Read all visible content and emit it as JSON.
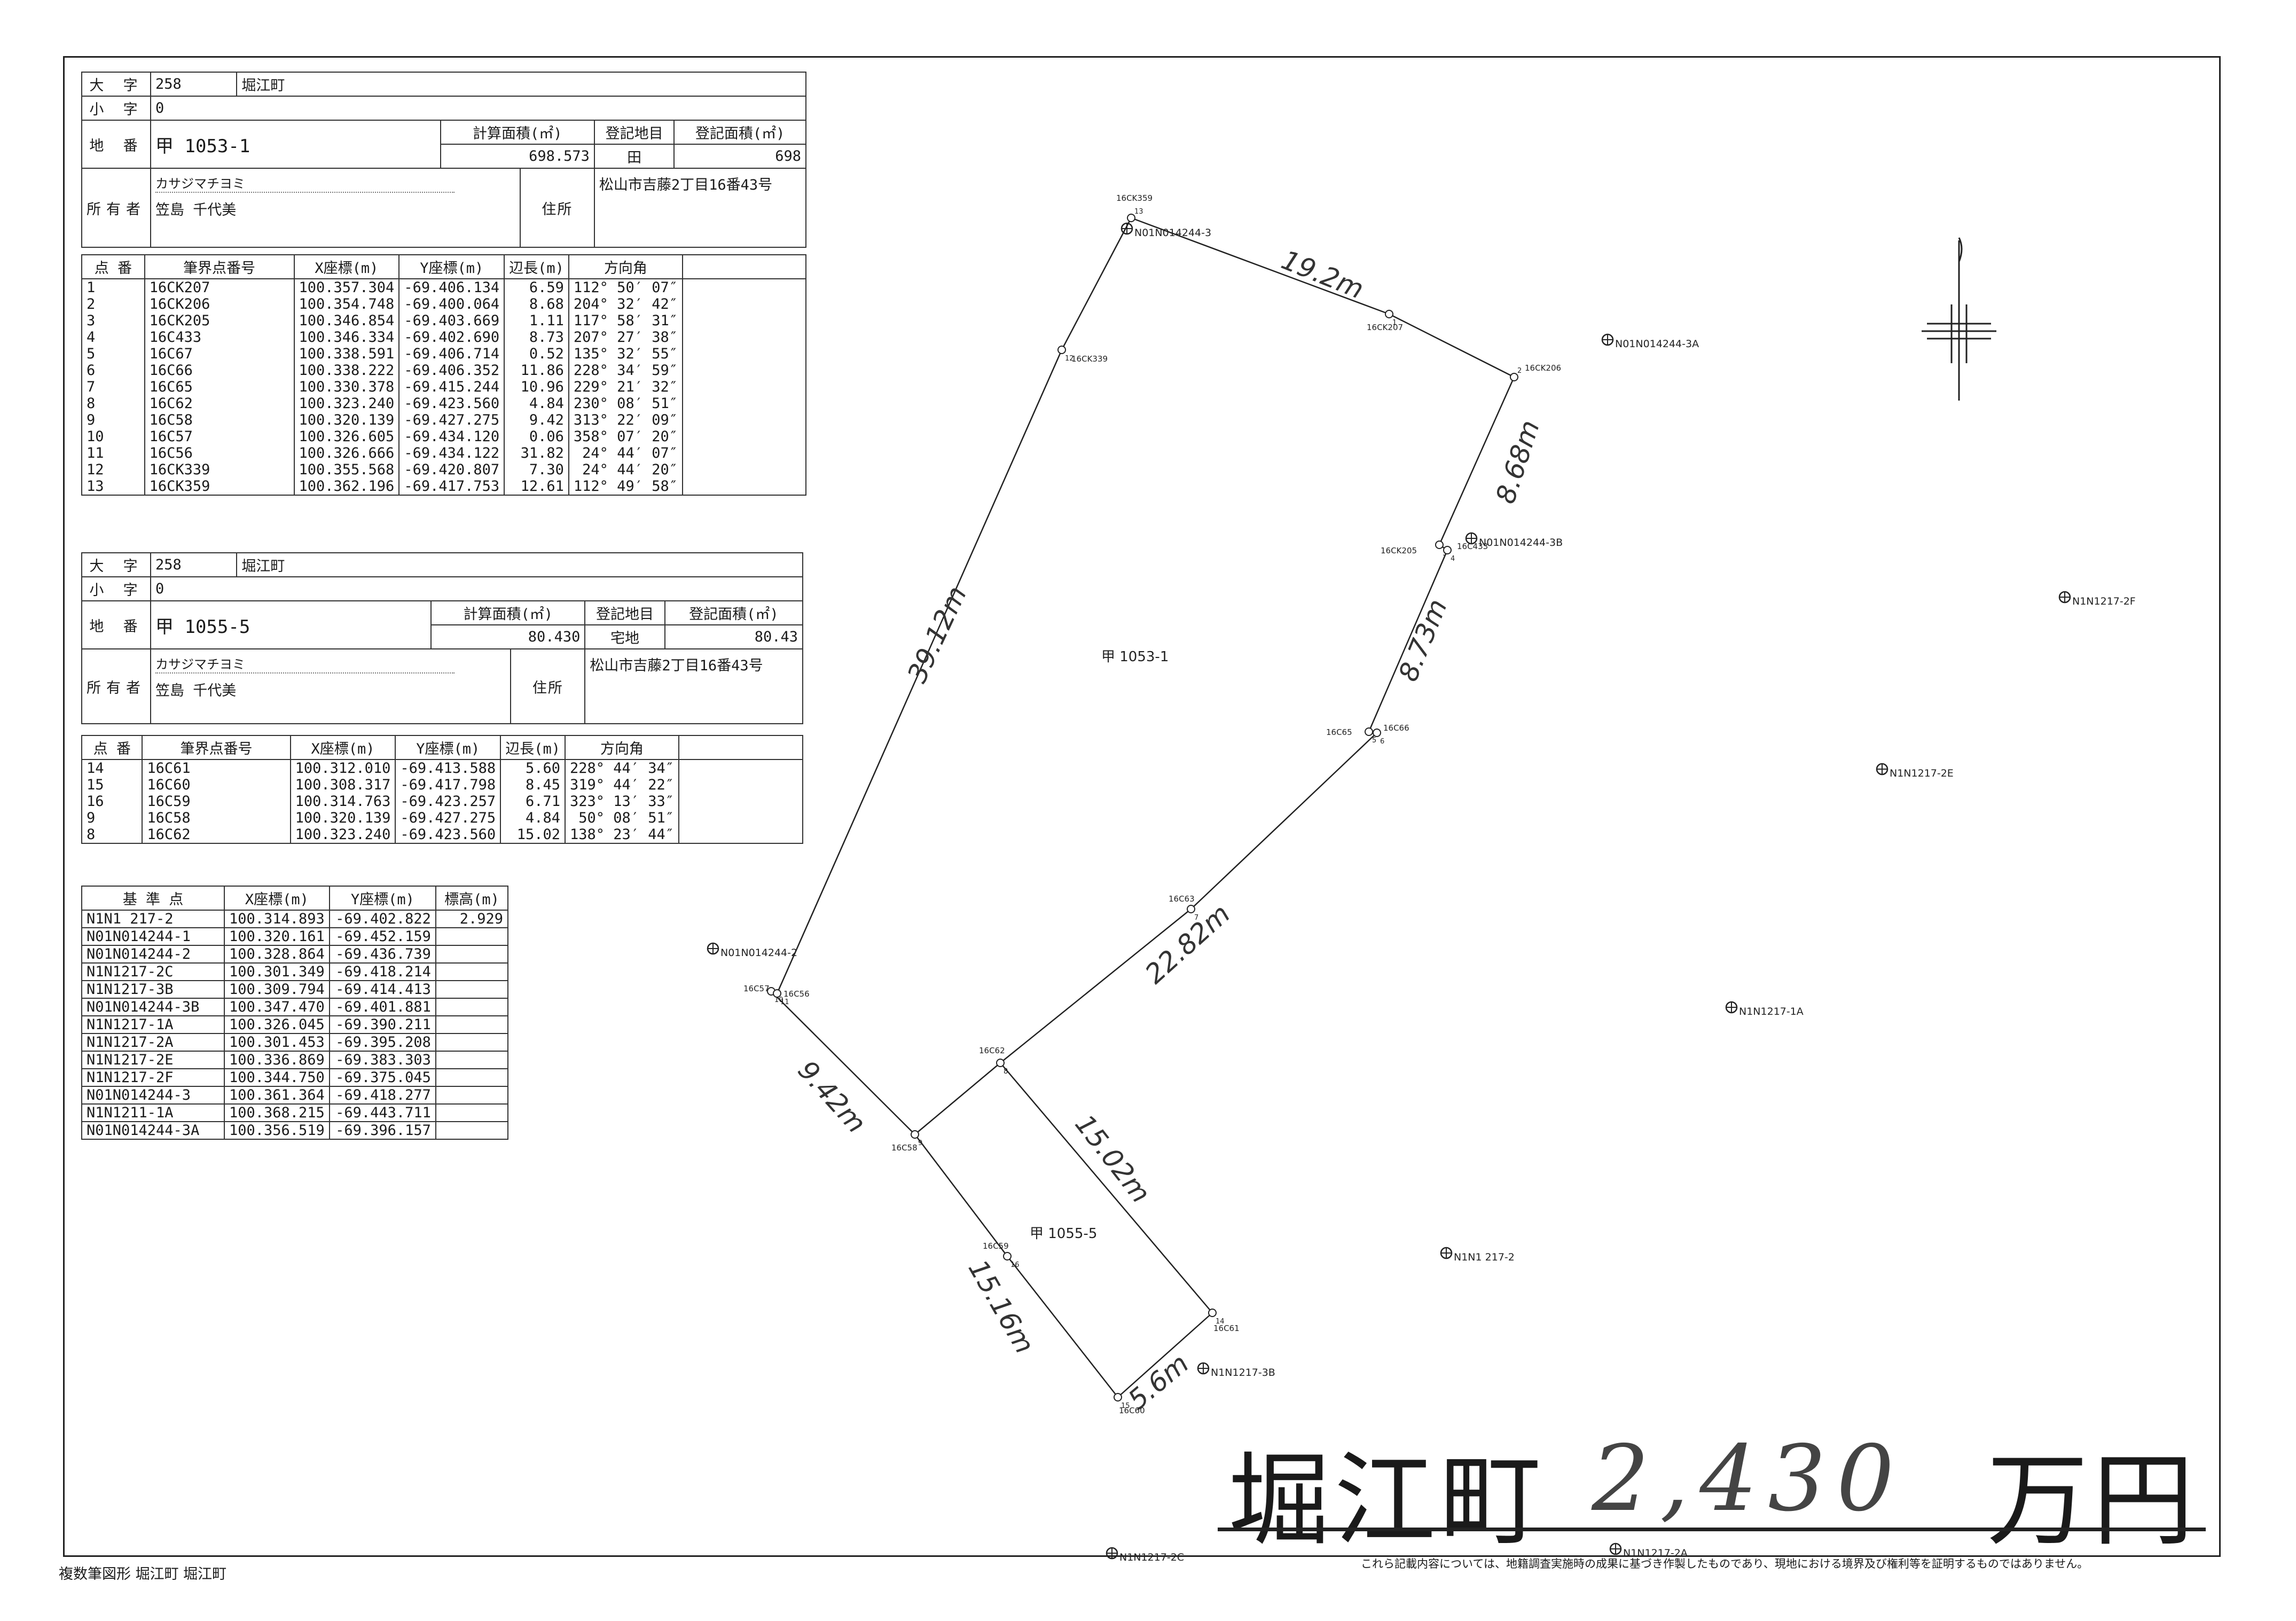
{
  "parcel1": {
    "oaza_label": "大 字",
    "oaza_code": "258",
    "oaza_name": "堀江町",
    "koaza_label": "小 字",
    "koaza_code": "0",
    "chiban_label": "地 番",
    "chiban": "甲 1053-1",
    "calc_area_label": "計算面積(㎡)",
    "calc_area": "698.573",
    "land_category_label": "登記地目",
    "land_category": "田",
    "reg_area_label": "登記面積(㎡)",
    "reg_area": "698",
    "owner_label": "所有者",
    "owner_kana": "カサジマチヨミ",
    "owner_name": "笠島 千代美",
    "address_label": "住所",
    "address": "松山市吉藤2丁目16番43号",
    "points_headers": [
      "点 番",
      "筆界点番号",
      "X座標(m)",
      "Y座標(m)",
      "辺長(m)",
      "方向角"
    ],
    "points": [
      [
        "1",
        "16CK207",
        "100.357.304",
        "-69.406.134",
        "6.59",
        "112° 50′ 07″"
      ],
      [
        "2",
        "16CK206",
        "100.354.748",
        "-69.400.064",
        "8.68",
        "204° 32′ 42″"
      ],
      [
        "3",
        "16CK205",
        "100.346.854",
        "-69.403.669",
        "1.11",
        "117° 58′ 31″"
      ],
      [
        "4",
        "16C433",
        "100.346.334",
        "-69.402.690",
        "8.73",
        "207° 27′ 38″"
      ],
      [
        "5",
        "16C67",
        "100.338.591",
        "-69.406.714",
        "0.52",
        "135° 32′ 55″"
      ],
      [
        "6",
        "16C66",
        "100.338.222",
        "-69.406.352",
        "11.86",
        "228° 34′ 59″"
      ],
      [
        "7",
        "16C65",
        "100.330.378",
        "-69.415.244",
        "10.96",
        "229° 21′ 32″"
      ],
      [
        "8",
        "16C62",
        "100.323.240",
        "-69.423.560",
        "4.84",
        "230° 08′ 51″"
      ],
      [
        "9",
        "16C58",
        "100.320.139",
        "-69.427.275",
        "9.42",
        "313° 22′ 09″"
      ],
      [
        "10",
        "16C57",
        "100.326.605",
        "-69.434.120",
        "0.06",
        "358° 07′ 20″"
      ],
      [
        "11",
        "16C56",
        "100.326.666",
        "-69.434.122",
        "31.82",
        "24° 44′ 07″"
      ],
      [
        "12",
        "16CK339",
        "100.355.568",
        "-69.420.807",
        "7.30",
        "24° 44′ 20″"
      ],
      [
        "13",
        "16CK359",
        "100.362.196",
        "-69.417.753",
        "12.61",
        "112° 49′ 58″"
      ]
    ]
  },
  "parcel2": {
    "oaza_label": "大 字",
    "oaza_code": "258",
    "oaza_name": "堀江町",
    "koaza_label": "小 字",
    "koaza_code": "0",
    "chiban_label": "地 番",
    "chiban": "甲 1055-5",
    "calc_area_label": "計算面積(㎡)",
    "calc_area": "80.430",
    "land_category_label": "登記地目",
    "land_category": "宅地",
    "reg_area_label": "登記面積(㎡)",
    "reg_area": "80.43",
    "owner_label": "所有者",
    "owner_kana": "カサジマチヨミ",
    "owner_name": "笠島 千代美",
    "address_label": "住所",
    "address": "松山市吉藤2丁目16番43号",
    "points_headers": [
      "点 番",
      "筆界点番号",
      "X座標(m)",
      "Y座標(m)",
      "辺長(m)",
      "方向角"
    ],
    "points": [
      [
        "14",
        "16C61",
        "100.312.010",
        "-69.413.588",
        "5.60",
        "228° 44′ 34″"
      ],
      [
        "15",
        "16C60",
        "100.308.317",
        "-69.417.798",
        "8.45",
        "319° 44′ 22″"
      ],
      [
        "16",
        "16C59",
        "100.314.763",
        "-69.423.257",
        "6.71",
        "323° 13′ 33″"
      ],
      [
        "9",
        "16C58",
        "100.320.139",
        "-69.427.275",
        "4.84",
        "50° 08′ 51″"
      ],
      [
        "8",
        "16C62",
        "100.323.240",
        "-69.423.560",
        "15.02",
        "138° 23′ 44″"
      ]
    ]
  },
  "benchmarks": {
    "headers": [
      "基 準 点",
      "X座標(m)",
      "Y座標(m)",
      "標高(m)"
    ],
    "rows": [
      [
        "N1N1 217-2",
        "100.314.893",
        "-69.402.822",
        "2.929"
      ],
      [
        "N01N014244-1",
        "100.320.161",
        "-69.452.159",
        ""
      ],
      [
        "N01N014244-2",
        "100.328.864",
        "-69.436.739",
        ""
      ],
      [
        "N1N1217-2C",
        "100.301.349",
        "-69.418.214",
        ""
      ],
      [
        "N1N1217-3B",
        "100.309.794",
        "-69.414.413",
        ""
      ],
      [
        "N01N014244-3B",
        "100.347.470",
        "-69.401.881",
        ""
      ],
      [
        "N1N1217-1A",
        "100.326.045",
        "-69.390.211",
        ""
      ],
      [
        "N1N1217-2A",
        "100.301.453",
        "-69.395.208",
        ""
      ],
      [
        "N1N1217-2E",
        "100.336.869",
        "-69.383.303",
        ""
      ],
      [
        "N1N1217-2F",
        "100.344.750",
        "-69.375.045",
        ""
      ],
      [
        "N01N014244-3",
        "100.361.364",
        "-69.418.277",
        ""
      ],
      [
        "N1N1211-1A",
        "100.368.215",
        "-69.443.711",
        ""
      ],
      [
        "N01N014244-3A",
        "100.356.519",
        "-69.396.157",
        ""
      ]
    ]
  },
  "map": {
    "parcel1_label": "甲 1053-1",
    "parcel2_label": "甲 1055-5",
    "vertices": [
      {
        "label": "16CK359",
        "num": "13"
      },
      {
        "label": "16CK207",
        "num": "1"
      },
      {
        "label": "16CK206",
        "num": "2"
      },
      {
        "label": "16CK205",
        "num": "3"
      },
      {
        "label": "16C433",
        "num": "4"
      },
      {
        "label": "16C65",
        "num": "5"
      },
      {
        "label": "16C66",
        "num": "6"
      },
      {
        "label": "16C63",
        "num": "7"
      },
      {
        "label": "16C62",
        "num": "8"
      },
      {
        "label": "16C58",
        "num": "9"
      },
      {
        "label": "16C57",
        "num": "10"
      },
      {
        "label": "16C56",
        "num": "11"
      },
      {
        "label": "16CK339",
        "num": "12"
      },
      {
        "label": "16C61",
        "num": "14"
      },
      {
        "label": "16C60",
        "num": "15"
      },
      {
        "label": "16C59",
        "num": "16"
      }
    ],
    "edge_lengths": [
      "19.2m",
      "8.68m",
      "8.73m",
      "22.82m",
      "9.42m",
      "39.12m",
      "15.02m",
      "15.16m",
      "5.6m"
    ],
    "benchmark_markers": [
      "N01N014244-3",
      "N01N014244-3A",
      "N01N014244-3B",
      "N1N1217-2F",
      "N1N1217-2E",
      "N1N1217-1A",
      "N01N014244-2",
      "N1N1 217-2",
      "N1N1217-3B",
      "N1N1217-2C",
      "N1N1217-2A"
    ]
  },
  "summary": {
    "town": "堀江町",
    "amount": "2,430",
    "unit": "万円"
  },
  "footer": {
    "left": "複数筆図形  堀江町  堀江町",
    "right": "これら記載内容については、地籍調査実施時の成果に基づき作製したものであり、現地における境界及び権利等を証明するものではありません。"
  }
}
